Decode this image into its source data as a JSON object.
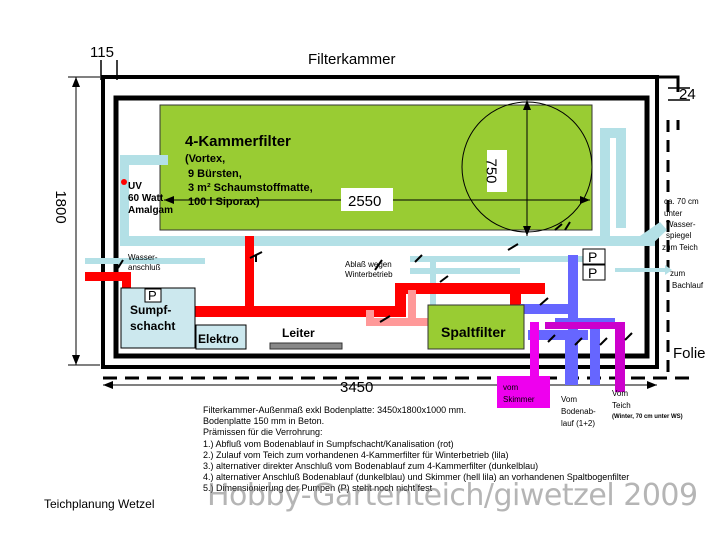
{
  "title": "Filterkammer",
  "dimensions": {
    "wall_thickness": "115",
    "inner_wall": "24",
    "height": "1800",
    "width": "3450",
    "filter_length": "2550",
    "filter_diameter": "750"
  },
  "filter": {
    "title": "4-Kammerfilter",
    "details": [
      "(Vortex,",
      "9 Bürsten,",
      "3 m² Schaumstoffmatte,",
      "100 l Siporax)"
    ]
  },
  "uv": [
    "UV",
    "60 Watt",
    "Amalgam"
  ],
  "sump": {
    "pump": "P",
    "line1": "Sumpf-",
    "line2": "schacht"
  },
  "labels": {
    "elektro": "Elektro",
    "leiter": "Leiter",
    "spaltfilter": "Spaltfilter",
    "folie": "Folie",
    "wasseranschluss": [
      "Wasser-",
      "anschluß"
    ],
    "ablass": [
      "Ablaß wegen",
      "Winterbetrieb"
    ],
    "pump_top": "P",
    "pump_bottom": "P",
    "teich_right": [
      "ca. 70 cm",
      "unter",
      "Wasser-",
      "spiegel",
      "zum Teich"
    ],
    "bachlauf": [
      "zum",
      "Bachlauf"
    ],
    "skimmer": [
      "vom",
      "Skimmer"
    ],
    "bodenablauf": [
      "Vom",
      "Bodenab-",
      "lauf (1+2)"
    ],
    "vom_teich": [
      "Vom",
      "Teich"
    ],
    "vom_teich_note": "(Winter, 70 cm unter WS)"
  },
  "notes": [
    "Filterkammer-Außenmaß exkl Bodenplatte:  3450x1800x1000 mm.",
    "Bodenplatte 150 mm in Beton.",
    "Prämissen für die Verrohrung:",
    "1.) Abfluß vom Bodenablauf in Sumpfschacht/Kanalisation (rot)",
    "2.) Zulauf vom Teich zum vorhandenen 4-Kammerfilter für Winterbetrieb (lila)",
    "3.) alternativer direkter Anschluß vom Bodenablauf zum 4-Kammerfilter (dunkelblau)",
    "4.) alternativer Anschluß Bodenablauf (dunkelblau) und Skimmer (hell lila) an vorhandenen Spaltbogenfilter",
    "5.) Dimensionierung der Pumpen (P) steht noch nicht fest"
  ],
  "credit_left": "Teichplanung Wetzel",
  "watermark": "Hobby-Gartenteich/giwetzel 2009",
  "colors": {
    "filter_green": "#99cc33",
    "light_blue": "#b3e0e6",
    "red": "#ff0000",
    "pink": "#ff9999",
    "dark_blue": "#6666ff",
    "purple": "#cc00cc",
    "magenta_box": "#ee00ee",
    "sump": "#cce8ee"
  }
}
